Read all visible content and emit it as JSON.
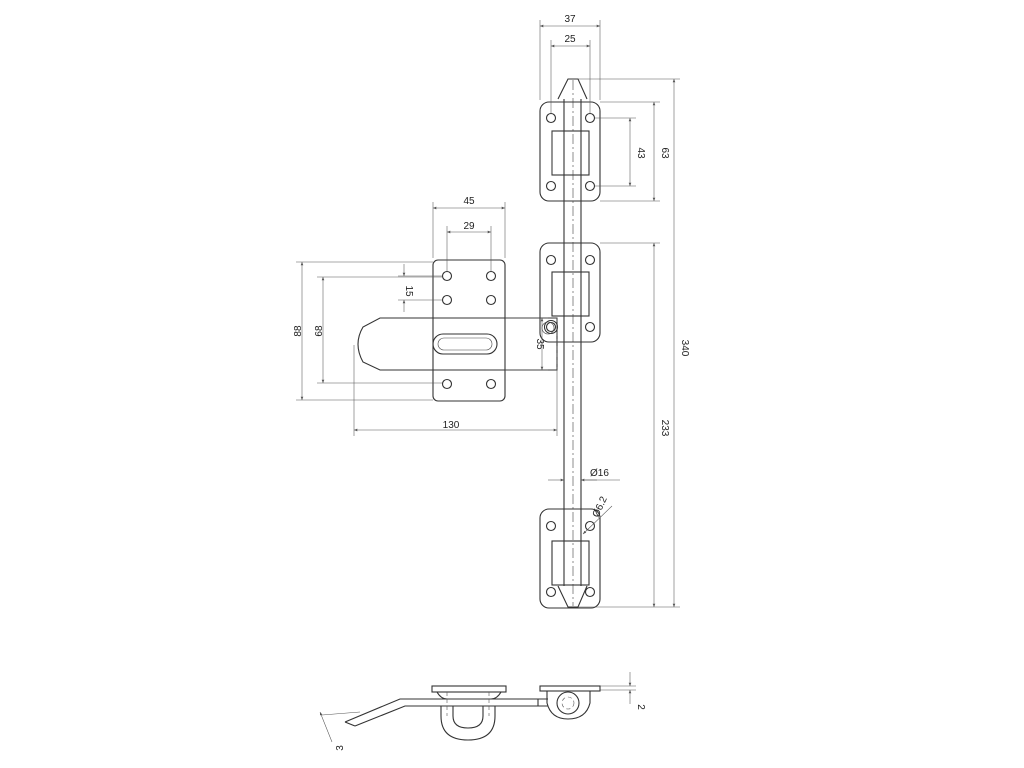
{
  "colors": {
    "line": "#333333",
    "dimension": "#555555",
    "background": "#ffffff"
  },
  "dimensions": {
    "plate_width_outer": "37",
    "plate_width_holes": "25",
    "plate_height_outer": "63",
    "plate_height_holes": "43",
    "total_length": "340",
    "lower_length": "233",
    "rod_diameter": "Ø16",
    "hole_diameter": "Ø6.2",
    "hasp_width_outer": "45",
    "hasp_width_holes": "29",
    "hasp_hole_gap": "15",
    "hasp_height_outer": "88",
    "hasp_height_holes": "68",
    "slot_height": "35",
    "hasp_length": "130",
    "plate_thickness": "2",
    "hasp_thickness": "3"
  }
}
